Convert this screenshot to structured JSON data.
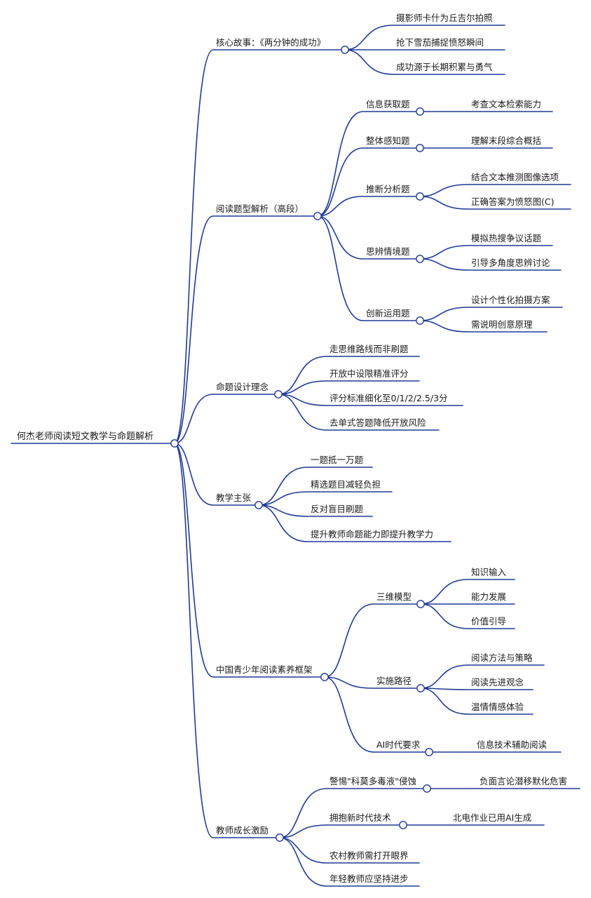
{
  "mindmap": {
    "root": {
      "label": "何杰老师阅读短文教学与命题解析",
      "children": [
        {
          "label": "核心故事：《两分钟的成功》",
          "children": [
            {
              "label": "摄影师卡什为丘吉尔拍照"
            },
            {
              "label": "抢下雪茄捕捉愤怒瞬间"
            },
            {
              "label": "成功源于长期积累与勇气"
            }
          ]
        },
        {
          "label": "阅读题型解析（高段）",
          "children": [
            {
              "label": "信息获取题",
              "children": [
                {
                  "label": "考查文本检索能力"
                }
              ]
            },
            {
              "label": "整体感知题",
              "children": [
                {
                  "label": "理解末段综合概括"
                }
              ]
            },
            {
              "label": "推断分析题",
              "children": [
                {
                  "label": "结合文本推测图像选项"
                },
                {
                  "label": "正确答案为愤怒图(C)"
                }
              ]
            },
            {
              "label": "思辨情境题",
              "children": [
                {
                  "label": "模拟热搜争议话题"
                },
                {
                  "label": "引导多角度思辨讨论"
                }
              ]
            },
            {
              "label": "创新运用题",
              "children": [
                {
                  "label": "设计个性化拍摄方案"
                },
                {
                  "label": "需说明创意原理"
                }
              ]
            }
          ]
        },
        {
          "label": "命题设计理念",
          "children": [
            {
              "label": "走思维路线而非刷题"
            },
            {
              "label": "开放中设限精准评分"
            },
            {
              "label": "评分标准细化至0/1/2/2.5/3分"
            },
            {
              "label": "去单式答题降低开放风险"
            }
          ]
        },
        {
          "label": "教学主张",
          "children": [
            {
              "label": "一题抵一万题"
            },
            {
              "label": "精选题目减轻负担"
            },
            {
              "label": "反对盲目刷题"
            },
            {
              "label": "提升教师命题能力即提升教学力"
            }
          ]
        },
        {
          "label": "中国青少年阅读素养框架",
          "children": [
            {
              "label": "三维模型",
              "children": [
                {
                  "label": "知识输入"
                },
                {
                  "label": "能力发展"
                },
                {
                  "label": "价值引导"
                }
              ]
            },
            {
              "label": "实施路径",
              "children": [
                {
                  "label": "阅读方法与策略"
                },
                {
                  "label": "阅读先进观念"
                },
                {
                  "label": "温情情感体验"
                }
              ]
            },
            {
              "label": "AI时代要求",
              "children": [
                {
                  "label": "信息技术辅助阅读"
                }
              ]
            }
          ]
        },
        {
          "label": "教师成长激励",
          "children": [
            {
              "label": "警惕\"科莫多毒液\"侵蚀",
              "children": [
                {
                  "label": "负面言论潜移默化危害"
                }
              ]
            },
            {
              "label": "拥抱新时代技术",
              "children": [
                {
                  "label": "北电作业已用AI生成"
                }
              ]
            },
            {
              "label": "农村教师需打开眼界"
            },
            {
              "label": "年轻教师应坚持进步"
            }
          ]
        }
      ]
    },
    "colors": {
      "line": "#1f3a93",
      "text": "#1a1a1a",
      "background": "#ffffff"
    }
  }
}
